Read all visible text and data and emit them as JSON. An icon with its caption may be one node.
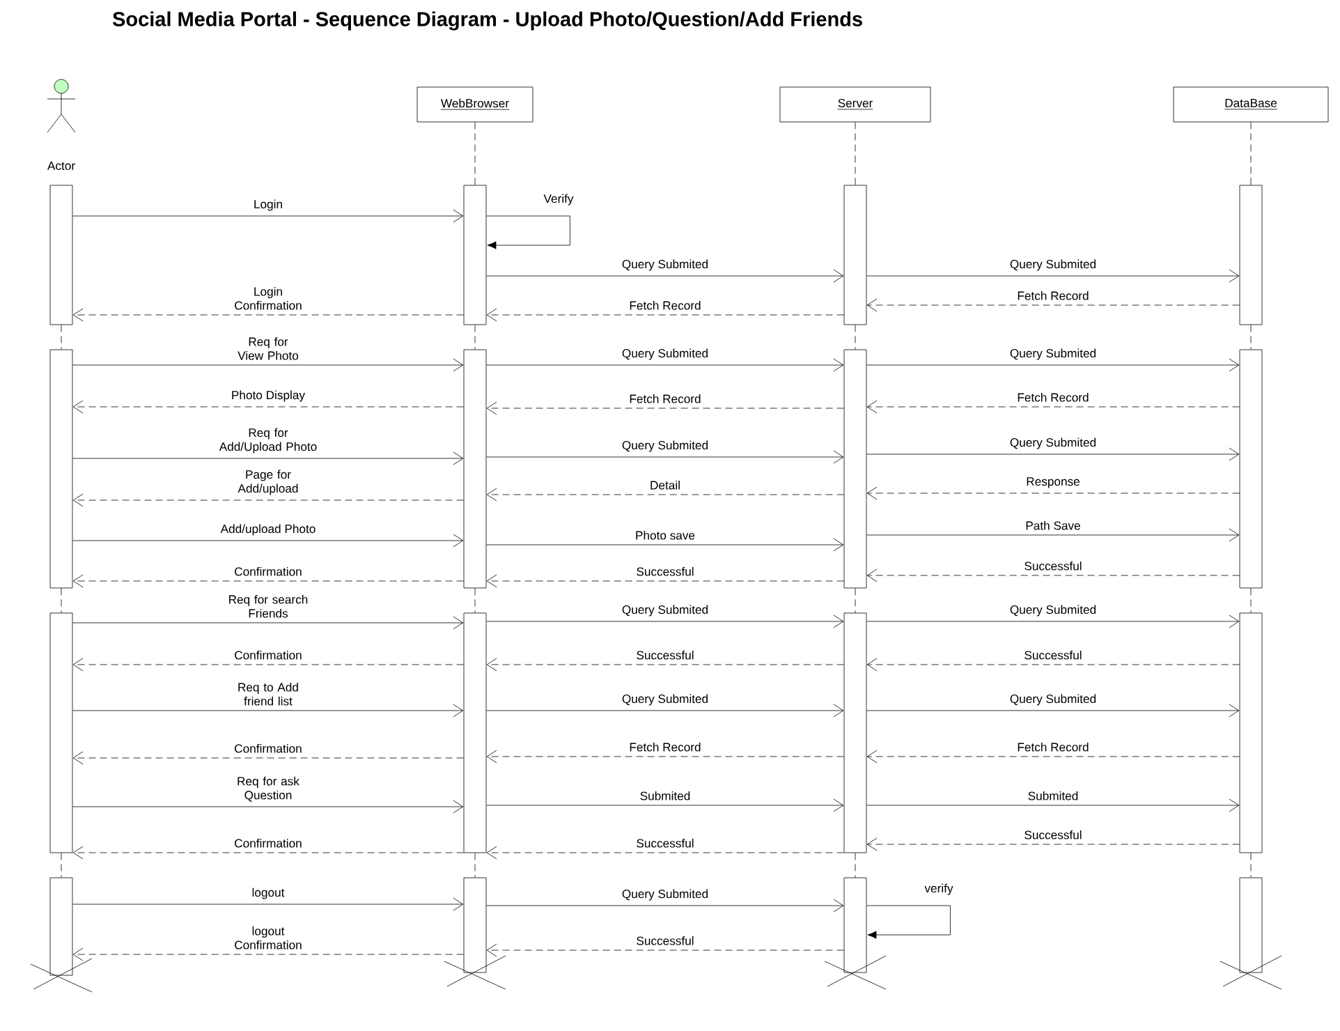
{
  "diagram": {
    "title": "Social Media Portal - Sequence Diagram - Upload Photo/Question/Add Friends",
    "nodes": [
      {
        "text": [
          "Actor"
        ]
      },
      {
        "text": [
          "WebBrowser"
        ]
      },
      {
        "text": [
          "Server"
        ]
      },
      {
        "text": [
          "DataBase"
        ]
      },
      {
        "text": [],
        "shape": "bar"
      },
      {
        "text": [],
        "shape": "bar"
      },
      {
        "text": [],
        "shape": "bar"
      },
      {
        "text": [],
        "shape": "bar"
      },
      {
        "text": [],
        "shape": "bar"
      },
      {
        "text": [],
        "shape": "bar"
      },
      {
        "text": [],
        "shape": "bar"
      },
      {
        "text": [],
        "shape": "bar"
      },
      {
        "text": [],
        "shape": "bar"
      },
      {
        "text": [],
        "shape": "bar"
      },
      {
        "text": [],
        "shape": "bar"
      },
      {
        "text": [],
        "shape": "bar"
      },
      {
        "text": [],
        "shape": "bar"
      },
      {
        "text": [],
        "shape": "bar"
      },
      {
        "text": [],
        "shape": "bar"
      },
      {
        "text": [],
        "shape": "bar"
      }
    ],
    "edges": [
      {
        "from": 4,
        "to": 5,
        "arrow": "to",
        "label": "Login"
      },
      {
        "from": 5,
        "to": 5,
        "arrow": "to",
        "label": "Verify"
      },
      {
        "from": 5,
        "to": 6,
        "arrow": "to",
        "label": "Query Submited"
      },
      {
        "from": 6,
        "to": 7,
        "arrow": "to",
        "label": "Query Submited"
      },
      {
        "from": 7,
        "to": 6,
        "arrow": "to",
        "label": "Fetch Record",
        "style": "dashed"
      },
      {
        "from": 6,
        "to": 5,
        "arrow": "to",
        "label": "Fetch Record",
        "style": "dashed"
      },
      {
        "from": 5,
        "to": 4,
        "arrow": "to",
        "label": "Login Confirmation",
        "style": "dashed"
      },
      {
        "from": 8,
        "to": 9,
        "arrow": "to",
        "label": "Req for View Photo"
      },
      {
        "from": 9,
        "to": 10,
        "arrow": "to",
        "label": "Query Submited"
      },
      {
        "from": 10,
        "to": 11,
        "arrow": "to",
        "label": "Query Submited"
      },
      {
        "from": 11,
        "to": 10,
        "arrow": "to",
        "label": "Fetch Record",
        "style": "dashed"
      },
      {
        "from": 10,
        "to": 9,
        "arrow": "to",
        "label": "Fetch Record",
        "style": "dashed"
      },
      {
        "from": 9,
        "to": 8,
        "arrow": "to",
        "label": "Photo Display",
        "style": "dashed"
      },
      {
        "from": 8,
        "to": 9,
        "arrow": "to",
        "label": "Req for Add/Upload Photo"
      },
      {
        "from": 9,
        "to": 10,
        "arrow": "to",
        "label": "Query Submited"
      },
      {
        "from": 10,
        "to": 11,
        "arrow": "to",
        "label": "Query Submited"
      },
      {
        "from": 11,
        "to": 10,
        "arrow": "to",
        "label": "Response",
        "style": "dashed"
      },
      {
        "from": 10,
        "to": 9,
        "arrow": "to",
        "label": "Detail",
        "style": "dashed"
      },
      {
        "from": 9,
        "to": 8,
        "arrow": "to",
        "label": "Page for Add/upload",
        "style": "dashed"
      },
      {
        "from": 8,
        "to": 9,
        "arrow": "to",
        "label": "Add/upload Photo"
      },
      {
        "from": 9,
        "to": 10,
        "arrow": "to",
        "label": "Photo save"
      },
      {
        "from": 10,
        "to": 11,
        "arrow": "to",
        "label": "Path Save"
      },
      {
        "from": 11,
        "to": 10,
        "arrow": "to",
        "label": "Successful",
        "style": "dashed"
      },
      {
        "from": 10,
        "to": 9,
        "arrow": "to",
        "label": "Successful",
        "style": "dashed"
      },
      {
        "from": 9,
        "to": 8,
        "arrow": "to",
        "label": "Confirmation",
        "style": "dashed"
      },
      {
        "from": 12,
        "to": 13,
        "arrow": "to",
        "label": "Req for search Friends"
      },
      {
        "from": 13,
        "to": 14,
        "arrow": "to",
        "label": "Query Submited"
      },
      {
        "from": 14,
        "to": 15,
        "arrow": "to",
        "label": "Query Submited"
      },
      {
        "from": 15,
        "to": 14,
        "arrow": "to",
        "label": "Successful",
        "style": "dashed"
      },
      {
        "from": 14,
        "to": 13,
        "arrow": "to",
        "label": "Successful",
        "style": "dashed"
      },
      {
        "from": 13,
        "to": 12,
        "arrow": "to",
        "label": "Confirmation",
        "style": "dashed"
      },
      {
        "from": 12,
        "to": 13,
        "arrow": "to",
        "label": "Req to Add friend list"
      },
      {
        "from": 13,
        "to": 14,
        "arrow": "to",
        "label": "Query Submited"
      },
      {
        "from": 14,
        "to": 15,
        "arrow": "to",
        "label": "Query Submited"
      },
      {
        "from": 15,
        "to": 14,
        "arrow": "to",
        "label": "Fetch Record",
        "style": "dashed"
      },
      {
        "from": 14,
        "to": 13,
        "arrow": "to",
        "label": "Fetch Record",
        "style": "dashed"
      },
      {
        "from": 13,
        "to": 12,
        "arrow": "to",
        "label": "Confirmation",
        "style": "dashed"
      },
      {
        "from": 12,
        "to": 13,
        "arrow": "to",
        "label": "Req for ask Question"
      },
      {
        "from": 13,
        "to": 14,
        "arrow": "to",
        "label": "Submited"
      },
      {
        "from": 14,
        "to": 15,
        "arrow": "to",
        "label": "Submited"
      },
      {
        "from": 15,
        "to": 14,
        "arrow": "to",
        "label": "Successful",
        "style": "dashed"
      },
      {
        "from": 14,
        "to": 13,
        "arrow": "to",
        "label": "Successful",
        "style": "dashed"
      },
      {
        "from": 13,
        "to": 12,
        "arrow": "to",
        "label": "Confirmation",
        "style": "dashed"
      },
      {
        "from": 16,
        "to": 17,
        "arrow": "to",
        "label": "logout"
      },
      {
        "from": 17,
        "to": 18,
        "arrow": "to",
        "label": "Query Submited"
      },
      {
        "from": 18,
        "to": 18,
        "arrow": "to",
        "label": "verify"
      },
      {
        "from": 18,
        "to": 17,
        "arrow": "to",
        "label": "Successful",
        "style": "dashed"
      },
      {
        "from": 17,
        "to": 16,
        "arrow": "to",
        "label": "logout Confirmation",
        "style": "dashed"
      },
      {
        "from": 1,
        "to": 5,
        "arrow": "none",
        "style": "dashed"
      },
      {
        "from": 2,
        "to": 6,
        "arrow": "none",
        "style": "dashed"
      },
      {
        "from": 3,
        "to": 7,
        "arrow": "none",
        "style": "dashed"
      },
      {
        "from": 4,
        "to": 8,
        "arrow": "none",
        "style": "dashed"
      },
      {
        "from": 5,
        "to": 9,
        "arrow": "none",
        "style": "dashed"
      },
      {
        "from": 6,
        "to": 10,
        "arrow": "none",
        "style": "dashed"
      },
      {
        "from": 7,
        "to": 11,
        "arrow": "none",
        "style": "dashed"
      },
      {
        "from": 8,
        "to": 12,
        "arrow": "none",
        "style": "dashed"
      },
      {
        "from": 9,
        "to": 13,
        "arrow": "none",
        "style": "dashed"
      },
      {
        "from": 10,
        "to": 14,
        "arrow": "none",
        "style": "dashed"
      },
      {
        "from": 11,
        "to": 15,
        "arrow": "none",
        "style": "dashed"
      },
      {
        "from": 12,
        "to": 16,
        "arrow": "none",
        "style": "dashed"
      },
      {
        "from": 13,
        "to": 17,
        "arrow": "none",
        "style": "dashed"
      },
      {
        "from": 14,
        "to": 18,
        "arrow": "none",
        "style": "dashed"
      },
      {
        "from": 15,
        "to": 19,
        "arrow": "none",
        "style": "dashed"
      }
    ]
  }
}
